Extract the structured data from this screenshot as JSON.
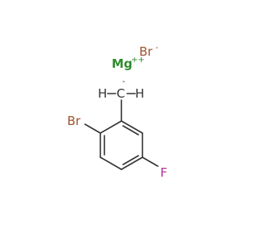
{
  "molecule": {
    "atoms": {
      "bromide": {
        "label": "Br",
        "charge": "-",
        "color": "#a0522d"
      },
      "magnesium": {
        "label": "Mg",
        "charge": "++",
        "color": "#2e8b2e"
      },
      "carbanion": {
        "label": "C",
        "charge": "-",
        "color": "#333333"
      },
      "hydrogen_left": {
        "label": "H",
        "color": "#333333"
      },
      "hydrogen_right": {
        "label": "H",
        "color": "#333333"
      },
      "ring_bromine": {
        "label": "Br",
        "color": "#a0522d"
      },
      "fluorine": {
        "label": "F",
        "color": "#b0309a"
      }
    },
    "bond_color": "#333333"
  }
}
